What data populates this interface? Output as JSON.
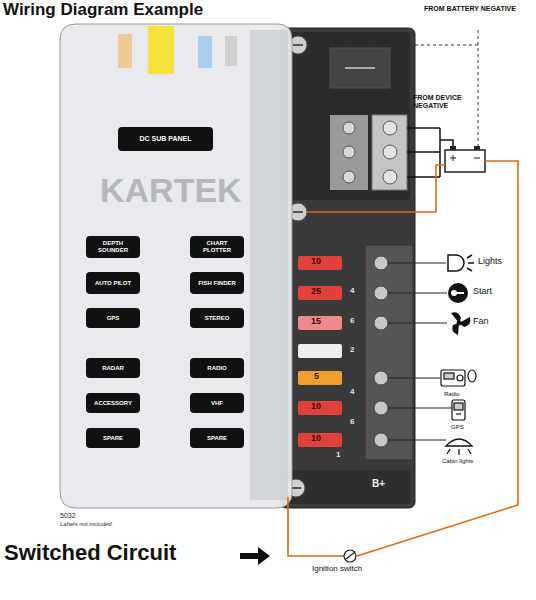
{
  "diagram": {
    "title": "Wiring Diagram Example",
    "nodes": [
      {
        "text": [
          "DC SUB PANEL"
        ]
      },
      {
        "text": [
          "DEPTH SOUNDER"
        ]
      },
      {
        "text": [
          "CHART PLOTTER"
        ]
      },
      {
        "text": [
          "AUTO PILOT"
        ]
      },
      {
        "text": [
          "FISH FINDER"
        ]
      },
      {
        "text": [
          "GPS"
        ]
      },
      {
        "text": [
          "STEREO"
        ]
      },
      {
        "text": [
          "RADAR"
        ]
      },
      {
        "text": [
          "RADIO"
        ]
      },
      {
        "text": [
          "ACCESSORY"
        ]
      },
      {
        "text": [
          "VHF"
        ]
      },
      {
        "text": [
          "SPARE"
        ]
      },
      {
        "text": [
          "SPARE"
        ]
      }
    ],
    "labels": [
      "FROM BATTERY NEGATIVE",
      "FROM DEVICE NEGATIVE",
      "Lights",
      "Start",
      "Fan",
      "Radio",
      "GPS",
      "Cabin lights",
      "10",
      "25",
      "15",
      "5",
      "10",
      "10",
      "4",
      "6",
      "2",
      "4",
      "6",
      "1",
      "B+",
      "5032",
      "Labels not included.",
      "Switched Circuit",
      "Ignition switch",
      "KARTEK"
    ]
  }
}
